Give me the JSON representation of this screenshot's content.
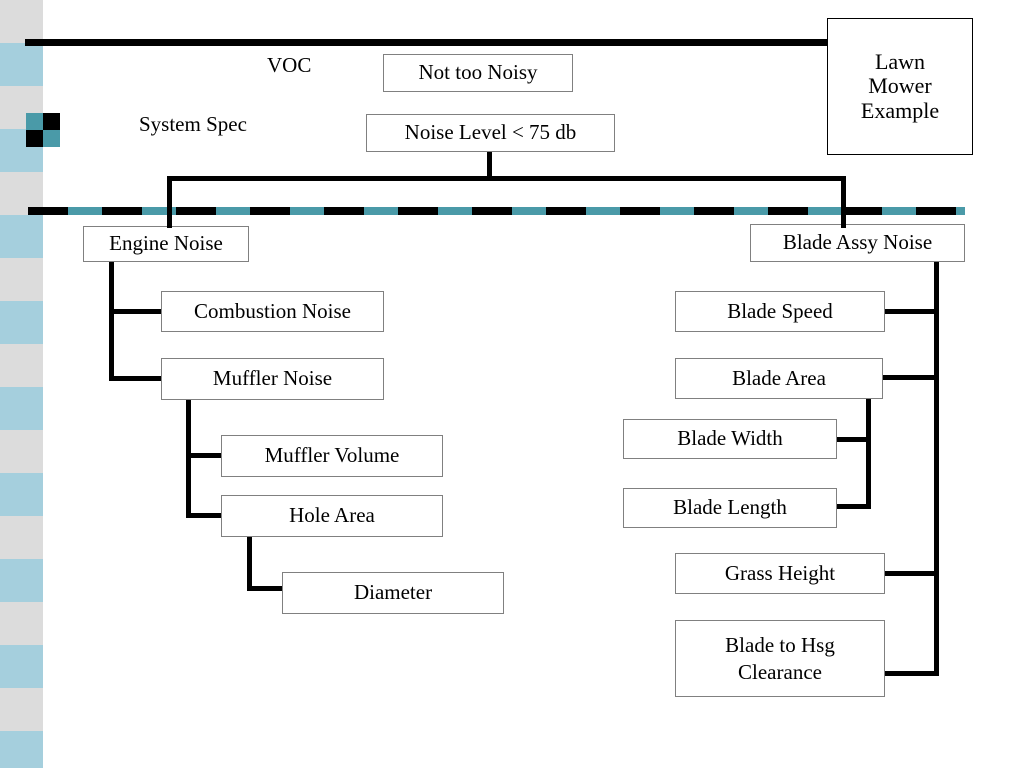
{
  "slide": {
    "title_box": "Lawn\nMower\nExample",
    "title_lines": [
      "Lawn",
      "Mower",
      "Example"
    ],
    "labels": {
      "voc": "VOC",
      "system_spec": "System Spec"
    }
  },
  "colors": {
    "sidebar_gray": "#dcdcdc",
    "sidebar_blue": "#a5cfdd",
    "teal": "#4a9aa8",
    "black": "#000000",
    "box_border": "#808080",
    "white": "#ffffff"
  },
  "sidebar": {
    "band_height": 43,
    "bands": [
      {
        "color": "#dcdcdc"
      },
      {
        "color": "#a5cfdd"
      },
      {
        "color": "#dcdcdc"
      },
      {
        "color": "#a5cfdd"
      },
      {
        "color": "#dcdcdc"
      },
      {
        "color": "#a5cfdd"
      },
      {
        "color": "#dcdcdc"
      },
      {
        "color": "#a5cfdd"
      },
      {
        "color": "#dcdcdc"
      },
      {
        "color": "#a5cfdd"
      },
      {
        "color": "#dcdcdc"
      },
      {
        "color": "#a5cfdd"
      },
      {
        "color": "#dcdcdc"
      },
      {
        "color": "#a5cfdd"
      },
      {
        "color": "#dcdcdc"
      },
      {
        "color": "#a5cfdd"
      },
      {
        "color": "#dcdcdc"
      },
      {
        "color": "#a5cfdd"
      }
    ],
    "checker": [
      {
        "color": "#4a9aa8"
      },
      {
        "color": "#000000"
      },
      {
        "color": "#000000"
      },
      {
        "color": "#4a9aa8"
      }
    ]
  },
  "tree": {
    "voc_box": "Not too Noisy",
    "spec_box": "Noise Level < 75 db",
    "level1": [
      {
        "label": "Engine Noise"
      },
      {
        "label": "Blade Assy Noise"
      }
    ],
    "engine_children": [
      {
        "label": "Combustion Noise"
      },
      {
        "label": "Muffler Noise"
      }
    ],
    "muffler_children": [
      {
        "label": "Muffler Volume"
      },
      {
        "label": "Hole Area"
      }
    ],
    "hole_children": [
      {
        "label": "Diameter"
      }
    ],
    "blade_children": [
      {
        "label": "Blade Speed"
      },
      {
        "label": "Blade Area"
      },
      {
        "label": "Grass Height"
      },
      {
        "label": "Blade to Hsg Clearance"
      }
    ],
    "blade_to_hsg_lines": [
      "Blade to Hsg",
      "Clearance"
    ],
    "blade_area_children": [
      {
        "label": "Blade Width"
      },
      {
        "label": "Blade Length"
      }
    ]
  }
}
